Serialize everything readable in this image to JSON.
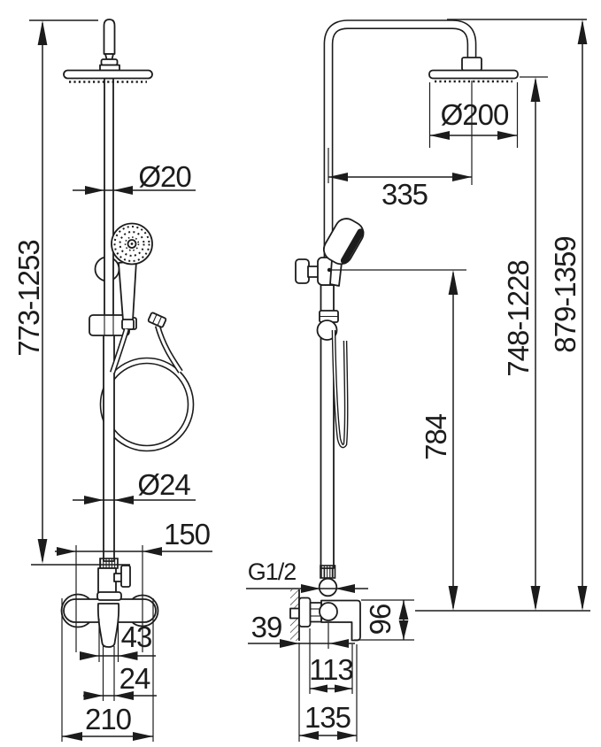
{
  "colors": {
    "line": "#1c1c1c",
    "background": "#ffffff"
  },
  "front_view": {
    "height_range": "773-1253",
    "upper_pipe_diameter": "Ø20",
    "lower_pipe_diameter": "Ø24",
    "connection_spacing": "150",
    "handle_width": "43",
    "handle_tip_width": "24",
    "mixer_width": "210"
  },
  "side_view": {
    "head_diameter": "Ø200",
    "head_reach": "335",
    "overall_height_range": "879-1359",
    "head_height_range": "748-1228",
    "holder_height": "784",
    "thread_size": "G1/2",
    "wall_offset": "39",
    "outlet_drop": "96",
    "body_depth": "113",
    "overall_depth": "135"
  }
}
